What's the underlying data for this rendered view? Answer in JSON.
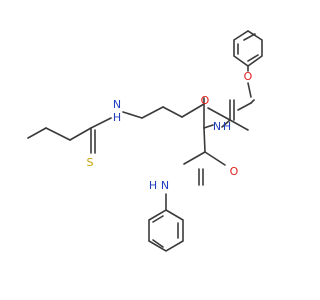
{
  "molecule": {
    "atom_labels": [
      {
        "id": "s_thione",
        "text": "S",
        "color": "#c8a000"
      },
      {
        "id": "nh_thioamide",
        "text": "H",
        "color": "#2040c0",
        "prefix": "N"
      },
      {
        "id": "nh_carbamate",
        "text": "N",
        "color": "#2040c0",
        "suffix": "H"
      },
      {
        "id": "o_carbonyl_carbamate",
        "text": "O",
        "color": "#e02020"
      },
      {
        "id": "o_ester",
        "text": "O",
        "color": "#e02020"
      },
      {
        "id": "o_amide",
        "text": "O",
        "color": "#e02020"
      },
      {
        "id": "nh_anilide",
        "text": "N",
        "color": "#2040c0",
        "prefix": "H"
      }
    ]
  }
}
